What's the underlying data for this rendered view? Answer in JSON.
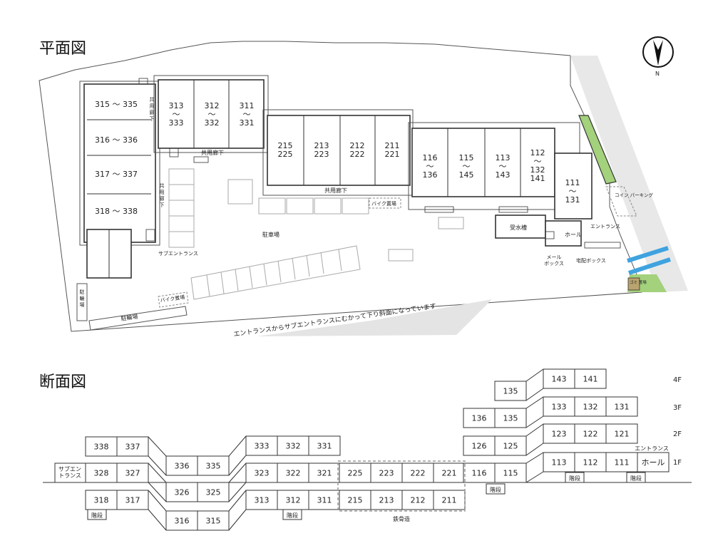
{
  "titles": {
    "plan": "平面図",
    "section": "断面図"
  },
  "compass": {
    "label": "N"
  },
  "plan_labels": {
    "corridor": "共用廊下",
    "corridor_v1": "共\n用\n廊\n下",
    "corridor_v2": "共\n用\n廊\n下",
    "parking": "駐車場",
    "bike1": "バイク置場",
    "bike2": "バイク置場",
    "bicycle": "駐\n輪\n場",
    "bicycle_bottom": "駐輪場",
    "sub_entrance": "サブエントランス",
    "water": "受水槽",
    "hall": "ホール",
    "entrance": "エントランス",
    "mail": "メール\nボックス",
    "delivery": "宅配ボックス",
    "coin": "コイン\nパーキング",
    "trash": "ゴミ\n置場",
    "slope": "エントランスからサブエントランスにむかって下り斜面になっています"
  },
  "plan_units": [
    {
      "id": "u315",
      "text": "315 〜 335"
    },
    {
      "id": "u316",
      "text": "316 〜 336"
    },
    {
      "id": "u317",
      "text": "317 〜 337"
    },
    {
      "id": "u318",
      "text": "318 〜 338"
    },
    {
      "id": "u313",
      "text": "313\n〜\n333"
    },
    {
      "id": "u312",
      "text": "312\n〜\n332"
    },
    {
      "id": "u311",
      "text": "311\n〜\n331"
    },
    {
      "id": "u215",
      "text": "215\n225"
    },
    {
      "id": "u213",
      "text": "213\n223"
    },
    {
      "id": "u212",
      "text": "212\n222"
    },
    {
      "id": "u211",
      "text": "211\n221"
    },
    {
      "id": "u116",
      "text": "116\n〜\n136"
    },
    {
      "id": "u115",
      "text": "115\n〜\n145"
    },
    {
      "id": "u113",
      "text": "113\n〜\n143"
    },
    {
      "id": "u112",
      "text": "112\n〜\n132\n141"
    },
    {
      "id": "u111",
      "text": "111\n〜\n131"
    }
  ],
  "section_units": {
    "r4a": [
      "143",
      "141"
    ],
    "r4b": [
      "135"
    ],
    "r3a": [
      "133",
      "132",
      "131"
    ],
    "r3b": [
      "136",
      "135"
    ],
    "r2a": [
      "123",
      "122",
      "121"
    ],
    "r2b": [
      "126",
      "125"
    ],
    "r1a": [
      "113",
      "112",
      "111",
      "ホール"
    ],
    "r1b": [
      "116",
      "115"
    ],
    "m1": [
      "225",
      "223",
      "222",
      "221"
    ],
    "m0": [
      "215",
      "213",
      "212",
      "211"
    ],
    "l3": [
      "333",
      "332",
      "331"
    ],
    "l2": [
      "323",
      "322",
      "321"
    ],
    "l1": [
      "313",
      "312",
      "311"
    ],
    "v3": [
      "336",
      "335"
    ],
    "v2": [
      "326",
      "325"
    ],
    "v1": [
      "316",
      "315"
    ],
    "w3": [
      "338",
      "337"
    ],
    "w2": [
      "328",
      "327"
    ],
    "w1": [
      "318",
      "317"
    ]
  },
  "section_labels": {
    "sub": "サブエン\nトランス",
    "stairs1": "階段",
    "stairs2": "階段",
    "stairs3": "階段",
    "stairs4": "階段",
    "stairs5": "階段",
    "steel": "鉄骨造",
    "entrance": "エントランス",
    "floors": [
      "4F",
      "3F",
      "2F",
      "1F"
    ]
  }
}
